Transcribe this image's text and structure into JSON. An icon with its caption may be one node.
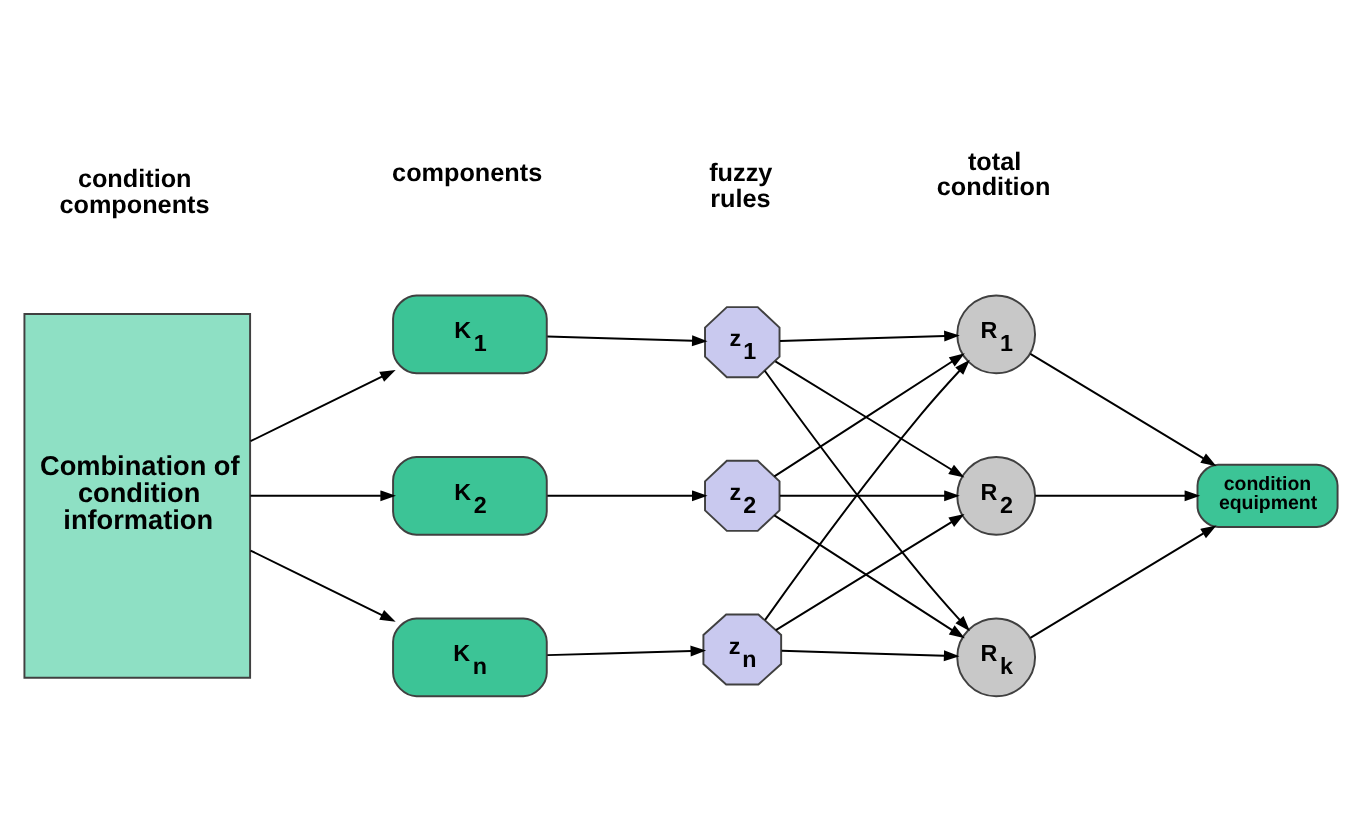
{
  "diagram": {
    "nodes": [
      {
        "text": [
          "Combination of condition information"
        ]
      },
      {
        "text": [
          "K$_{1}$"
        ]
      },
      {
        "text": [
          "K$_{2}$"
        ]
      },
      {
        "text": [
          "K$_{n}$"
        ]
      },
      {
        "text": [
          "z$_{1}$"
        ]
      },
      {
        "text": [
          "z$_{2}$"
        ]
      },
      {
        "text": [
          "z$_{n}$"
        ]
      },
      {
        "text": [
          "R$_{1}$"
        ]
      },
      {
        "text": [
          "R$_{2}$"
        ]
      },
      {
        "text": [
          "R$_{k}$"
        ]
      },
      {
        "text": [
          "condition equipment"
        ]
      }
    ],
    "edges": [
      {
        "from": 0,
        "to": 1,
        "arrow": "to"
      },
      {
        "from": 0,
        "to": 2,
        "arrow": "to"
      },
      {
        "from": 0,
        "to": 3,
        "arrow": "to"
      },
      {
        "from": 1,
        "to": 4,
        "arrow": "to"
      },
      {
        "from": 2,
        "to": 5,
        "arrow": "to"
      },
      {
        "from": 3,
        "to": 6,
        "arrow": "to"
      },
      {
        "from": 4,
        "to": 7,
        "arrow": "to"
      },
      {
        "from": 4,
        "to": 8,
        "arrow": "to"
      },
      {
        "from": 4,
        "to": 9,
        "arrow": "to"
      },
      {
        "from": 5,
        "to": 7,
        "arrow": "to"
      },
      {
        "from": 5,
        "to": 8,
        "arrow": "to"
      },
      {
        "from": 5,
        "to": 9,
        "arrow": "to"
      },
      {
        "from": 6,
        "to": 7,
        "arrow": "to"
      },
      {
        "from": 6,
        "to": 8,
        "arrow": "to"
      },
      {
        "from": 6,
        "to": 9,
        "arrow": "to"
      },
      {
        "from": 7,
        "to": 10,
        "arrow": "to"
      },
      {
        "from": 8,
        "to": 10,
        "arrow": "to"
      },
      {
        "from": 9,
        "to": 10,
        "arrow": "to"
      }
    ],
    "labels": [
      "condition components",
      "components",
      "fuzzy rules",
      "total condition"
    ]
  }
}
